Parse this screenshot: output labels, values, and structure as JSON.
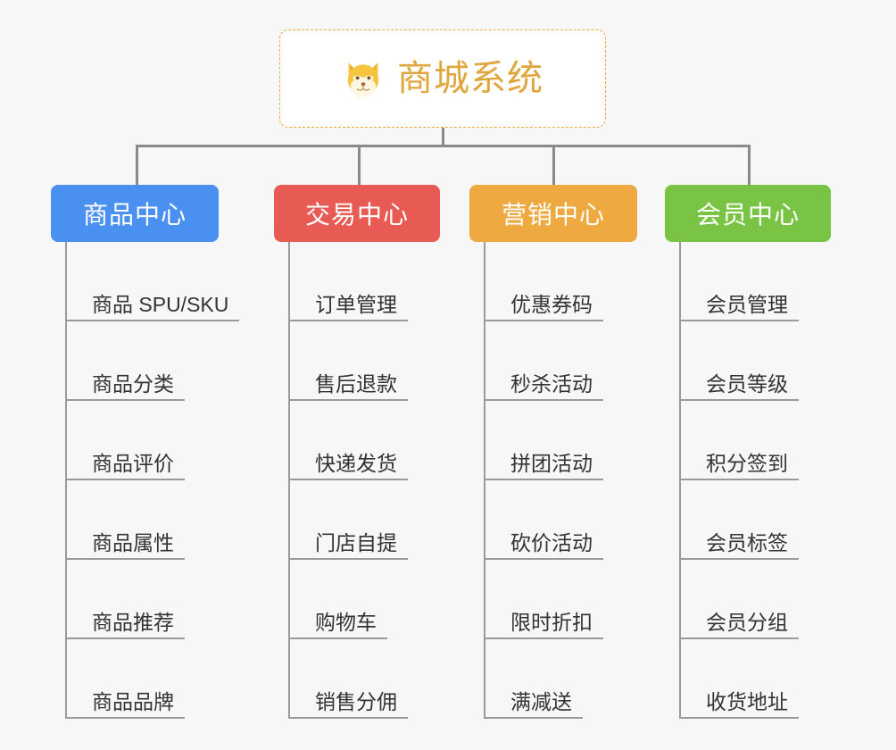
{
  "root": {
    "title": "商城系统",
    "icon": "shiba-dog-face-icon",
    "border_color": "#eaaa3c",
    "text_color": "#e0a63c",
    "background": "#ffffff"
  },
  "canvas": {
    "background": "#f7f7f7",
    "connector_color": "#8a8a8a"
  },
  "columns": [
    {
      "title": "商品中心",
      "color": "#4a90f0",
      "items": [
        "商品 SPU/SKU",
        "商品分类",
        "商品评价",
        "商品属性",
        "商品推荐",
        "商品品牌"
      ]
    },
    {
      "title": "交易中心",
      "color": "#e85b55",
      "items": [
        "订单管理",
        "售后退款",
        "快递发货",
        "门店自提",
        "购物车",
        "销售分佣"
      ]
    },
    {
      "title": "营销中心",
      "color": "#eeaa41",
      "items": [
        "优惠券码",
        "秒杀活动",
        "拼团活动",
        "砍价活动",
        "限时折扣",
        "满减送"
      ]
    },
    {
      "title": "会员中心",
      "color": "#79c445",
      "items": [
        "会员管理",
        "会员等级",
        "积分签到",
        "会员标签",
        "会员分组",
        "收货地址"
      ]
    }
  ]
}
